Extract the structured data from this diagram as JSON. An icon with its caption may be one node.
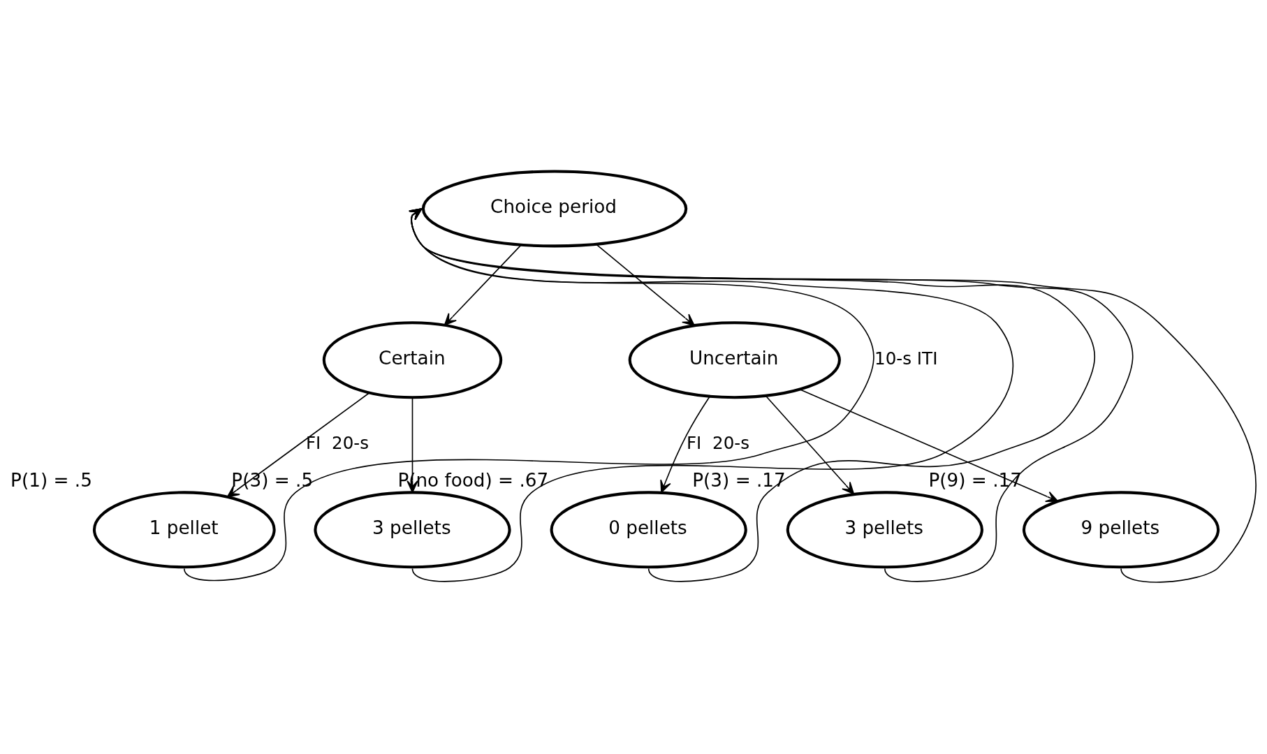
{
  "diagram": {
    "nodes": [
      {
        "text": [
          "Choice period"
        ]
      },
      {
        "text": [
          "Certain"
        ]
      },
      {
        "text": [
          "Uncertain"
        ]
      },
      {
        "text": [
          "1 pellet"
        ],
        "beside": [
          "P(1) = .5"
        ]
      },
      {
        "text": [
          "3 pellets"
        ],
        "beside": [
          "P(3) = .5"
        ]
      },
      {
        "text": [
          "0 pellets"
        ],
        "beside": [
          "P(no food) = .67"
        ]
      },
      {
        "text": [
          "3 pellets"
        ],
        "beside": [
          "P(3) = .17"
        ]
      },
      {
        "text": [
          "9 pellets"
        ],
        "beside": [
          "P(9) = .17"
        ]
      }
    ],
    "edges": [
      {
        "from": 0,
        "to": 1,
        "arrow": "to"
      },
      {
        "from": 0,
        "to": 2,
        "arrow": "to"
      },
      {
        "from": 1,
        "to": 3,
        "arrow": "to",
        "label": "FI  20-s"
      },
      {
        "from": 1,
        "to": 4,
        "arrow": "to"
      },
      {
        "from": 2,
        "to": 5,
        "arrow": "to",
        "label": "FI  20-s"
      },
      {
        "from": 2,
        "to": 6,
        "arrow": "to"
      },
      {
        "from": 2,
        "to": 7,
        "arrow": "to"
      },
      {
        "from": 3,
        "to": 0,
        "arrow": "to",
        "label": "10-s ITI"
      },
      {
        "from": 4,
        "to": 0,
        "arrow": "to"
      },
      {
        "from": 5,
        "to": 0,
        "arrow": "to"
      },
      {
        "from": 6,
        "to": 0,
        "arrow": "to"
      },
      {
        "from": 7,
        "to": 0,
        "arrow": "to"
      }
    ]
  }
}
